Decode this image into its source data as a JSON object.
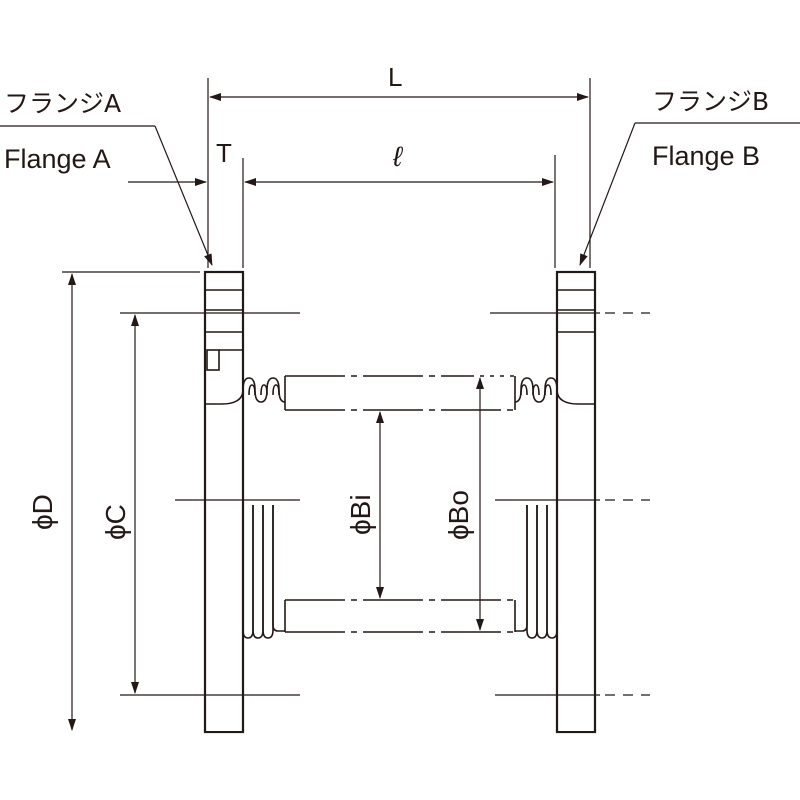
{
  "flange_a": {
    "jp": "フランジA",
    "en": "Flange A"
  },
  "flange_b": {
    "jp": "フランジB",
    "en": "Flange B"
  },
  "dims": {
    "L": "L",
    "T": "T",
    "l": "ℓ",
    "D": "ϕD",
    "C": "ϕC",
    "Bi": "ϕBi",
    "Bo": "ϕBo"
  },
  "colors": {
    "line": "#231815",
    "background": "#ffffff"
  }
}
